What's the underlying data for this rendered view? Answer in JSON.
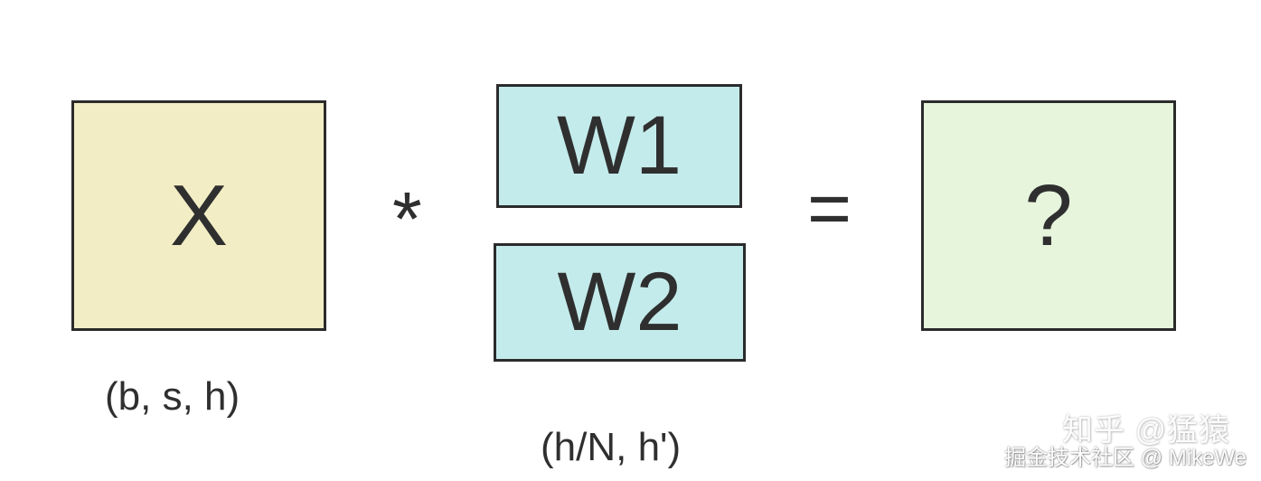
{
  "diagram": {
    "boxes": {
      "x": {
        "text": "X",
        "fill": "#f3edc5"
      },
      "w1": {
        "text": "W1",
        "fill": "#c4ebeb"
      },
      "w2": {
        "text": "W2",
        "fill": "#c4ebeb"
      },
      "result": {
        "text": "?",
        "fill": "#e6f5dc"
      }
    },
    "operators": {
      "times": "*",
      "equals": "="
    },
    "labels": {
      "x_shape": "(b, s, h)",
      "w_shape": "(h/N, h')"
    }
  },
  "watermarks": {
    "zhihu": "知乎 @猛猿",
    "juejin": "掘金技术社区 @ MikeWe"
  },
  "colors": {
    "border": "#2b2b2b",
    "text": "#2f2f2f"
  }
}
